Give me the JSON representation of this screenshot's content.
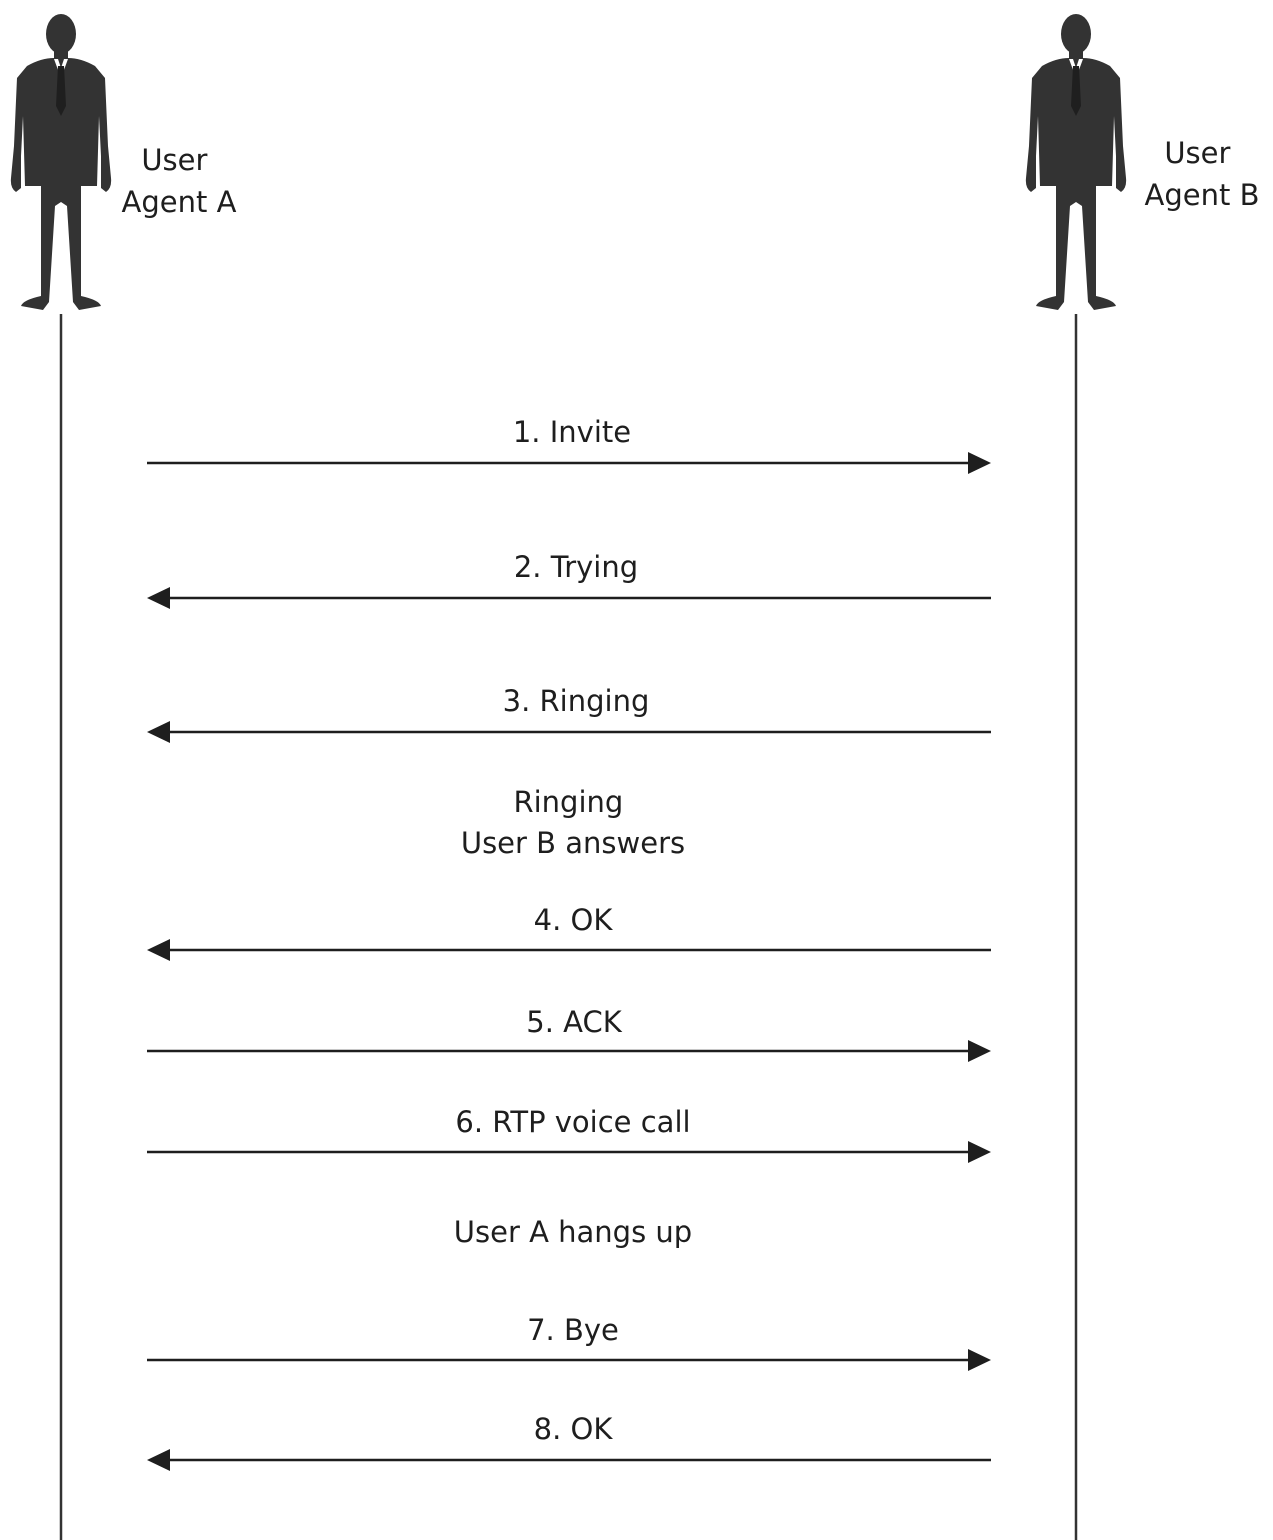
{
  "participants": [
    {
      "id": "a",
      "label_lines": [
        "User",
        "Agent A"
      ],
      "icon": "person-silhouette-icon"
    },
    {
      "id": "b",
      "label_lines": [
        "User",
        "Agent B"
      ],
      "icon": "person-silhouette-icon"
    }
  ],
  "messages": [
    {
      "label": "1. Invite",
      "from": "a",
      "to": "b"
    },
    {
      "label": "2. Trying",
      "from": "b",
      "to": "a"
    },
    {
      "label": "3. Ringing",
      "from": "b",
      "to": "a"
    },
    {
      "label": "4. OK",
      "from": "b",
      "to": "a"
    },
    {
      "label": "5. ACK",
      "from": "a",
      "to": "b"
    },
    {
      "label": "6. RTP voice call",
      "from": "a",
      "to": "b"
    },
    {
      "label": "7. Bye",
      "from": "a",
      "to": "b"
    },
    {
      "label": "8. OK",
      "from": "b",
      "to": "a"
    }
  ],
  "notes": [
    {
      "lines": [
        "Ringing",
        "User B answers"
      ]
    },
    {
      "lines": [
        "User A hangs up"
      ]
    }
  ],
  "colors": {
    "figure": "#333333",
    "line": "#1e1e1e",
    "background": "#ffffff"
  }
}
